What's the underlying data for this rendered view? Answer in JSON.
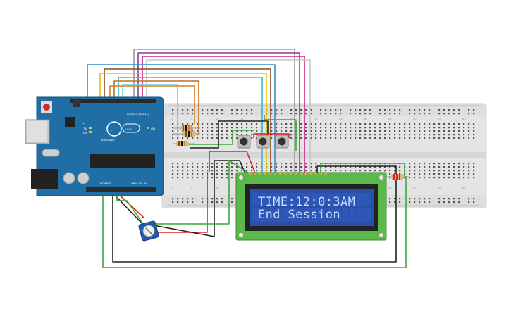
{
  "arduino": {
    "brand_text": "ARDUINO",
    "model_text": "UNO",
    "digital_header": "DIGITAL (PWM~)",
    "power_header": "POWER",
    "analog_header": "ANALOG IN",
    "on_label": "ON",
    "tx_label": "TX",
    "rx_label": "RX",
    "l_label": "L"
  },
  "breadboard": {
    "column_numbers": [
      "1",
      "5",
      "10",
      "15",
      "20",
      "25",
      "30",
      "35",
      "40",
      "45",
      "50",
      "55",
      "60"
    ]
  },
  "lcd": {
    "line1": "TIME:12:0:3AM",
    "line2": "End Session"
  },
  "colors": {
    "arduino_blue": "#1f6ea6",
    "breadboard": "#e6e6e6",
    "lcd_pcb": "#5cb84a",
    "lcd_screen": "#2a4fa8",
    "wire_red": "#e02020",
    "wire_black": "#222222",
    "wire_green": "#3aaa3a"
  },
  "icons": {
    "potentiometer": "potentiometer-icon",
    "pushbutton": "pushbutton-icon",
    "resistor": "resistor-icon"
  }
}
